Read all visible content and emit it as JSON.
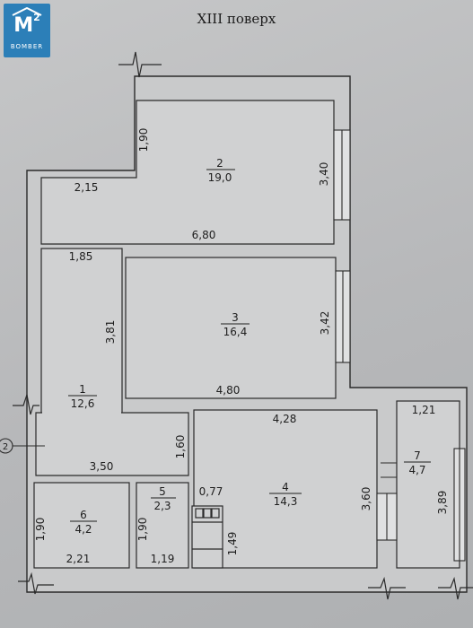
{
  "floor_title": "XIII поверх",
  "logo": {
    "mark": "M",
    "superscript": "2",
    "text": "BOMBER"
  },
  "rooms": [
    {
      "number": "1",
      "area": "12,6"
    },
    {
      "number": "2",
      "area": "19,0"
    },
    {
      "number": "3",
      "area": "16,4"
    },
    {
      "number": "4",
      "area": "14,3"
    },
    {
      "number": "5",
      "area": "2,3"
    },
    {
      "number": "6",
      "area": "4,2"
    },
    {
      "number": "7",
      "area": "4,7"
    }
  ],
  "dimensions": {
    "r2_top_left_wall": "1,90",
    "r2_left": "2,15",
    "r2_right": "3,40",
    "r2_bottom": "6,80",
    "r1_top": "1,85",
    "r1_right": "3,81",
    "r3_right": "3,42",
    "r3_bottom": "4,80",
    "r4_top": "4,28",
    "r1_bottom_step": "1,60",
    "r1_bottom": "3,50",
    "r5_top": "0,77",
    "r4_right": "3,60",
    "r7_top": "1,21",
    "r7_right": "3,89",
    "r6_left": "1,90",
    "r6_bottom": "2,21",
    "r5_left": "1,90",
    "r5_bottom": "1,19",
    "r5_right": "1,49"
  },
  "axis_marker": "2"
}
